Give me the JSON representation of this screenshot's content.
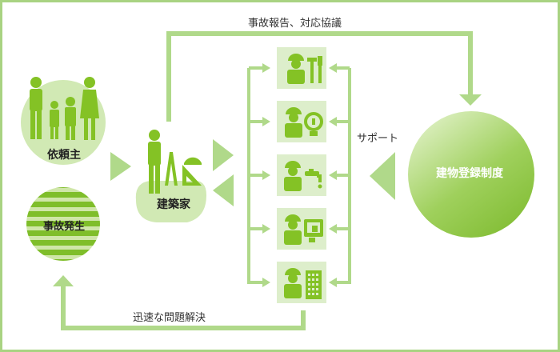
{
  "nodes": {
    "client": "依頼主",
    "accident": "事故発生",
    "architect": "建築家",
    "registry": "建物登録制度"
  },
  "edges": {
    "report": "事故報告、対応協議",
    "support": "サポート",
    "resolve": "迅速な問題解決"
  },
  "specialists": [
    {
      "icon": "tools-icon"
    },
    {
      "icon": "lightbulb-icon"
    },
    {
      "icon": "faucet-icon"
    },
    {
      "icon": "monitor-icon"
    },
    {
      "icon": "building-icon"
    }
  ],
  "colors": {
    "main": "#84c225",
    "light": "#d1e9b4",
    "frame": "#a9d382",
    "tile": "#ddeecb",
    "registry": "#9ed15c"
  }
}
